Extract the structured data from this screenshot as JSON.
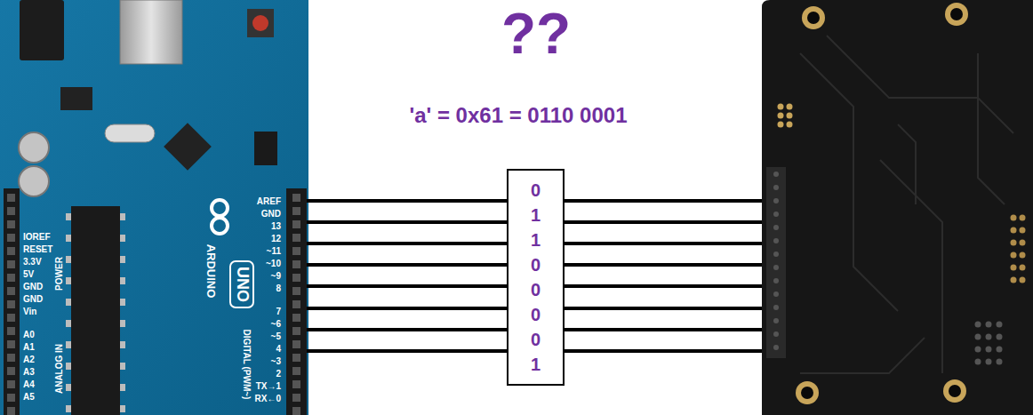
{
  "diagram": {
    "title": "??",
    "nodes": [
      {
        "text": [
          "0",
          "1",
          "1",
          "0",
          "0",
          "0",
          "0",
          "1"
        ]
      }
    ],
    "labels": [
      "'a' = 0x61 = 0110 0001",
      "AREF",
      "GND",
      "13",
      "12",
      "~11",
      "~10",
      "~9",
      "8",
      "7",
      "~6",
      "~5",
      "4",
      "~3",
      "2",
      "TX→1",
      "RX←0",
      "DIGITAL (PWM~)",
      "ARDUINO",
      "UNO",
      "IOREF",
      "RESET",
      "3.3V",
      "5V",
      "GND",
      "GND",
      "Vin",
      "POWER",
      "A0",
      "A1",
      "A2",
      "A3",
      "A4",
      "A5",
      "ANALOG IN"
    ]
  }
}
